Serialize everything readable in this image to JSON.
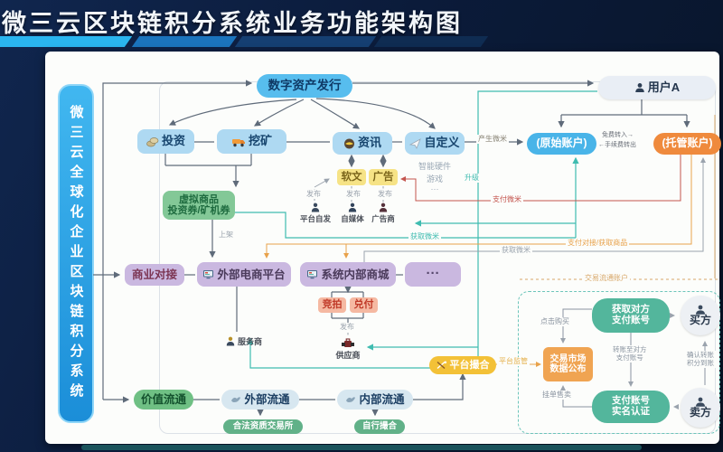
{
  "title": "微三云区块链积分系统业务功能架构图",
  "sidebar": {
    "label": "微三云全球化企业区块链积分系统"
  },
  "colors": {
    "header_bg": "#0b1b3a",
    "accent_blue": "#57bdee",
    "teal": "#3fbcb0",
    "red": "#c4554e",
    "orange": "#e8a24b",
    "yellow": "#f3c137",
    "green": "#53b69c",
    "purple": "#cab8e0",
    "sidebar_blue": "#2aa0e0"
  },
  "nodes": {
    "digital_asset": "数字资产发行",
    "user_a": "用户A",
    "invest": "投资",
    "mining": "挖矿",
    "news": "资讯",
    "custom": "自定义",
    "custom_items": [
      "智能硬件",
      "游戏",
      "···"
    ],
    "soft_article": "软文",
    "ad": "广告",
    "original_account": "(原始账户)",
    "trust_account": "(托管账户)",
    "virtual_goods_1": "虚拟商品",
    "virtual_goods_2": "投资券/矿机券",
    "biz_dock": "商业对接",
    "ext_ecom": "外部电商平台",
    "internal_mall": "系统内部商城",
    "more": "···",
    "auction": "竞拍",
    "redeem": "兑付",
    "platform_match": "平台撮合",
    "market_data_1": "交易市场",
    "market_data_2": "数据公布",
    "get_pay_1": "获取对方",
    "get_pay_2": "支付账号",
    "realname_1": "支付账号",
    "realname_2": "实名认证",
    "buyer": "买方",
    "seller": "卖方",
    "value_flow": "价值流通",
    "ext_flow": "外部流通",
    "int_flow": "内部流通",
    "legal_exchange": "合法资质交易所",
    "self_match": "自行撮合"
  },
  "persons": {
    "platform_self": "平台自发",
    "self_media": "自媒体",
    "advertiser": "广告商",
    "service_provider": "服务商",
    "supplier": "供应商"
  },
  "edge_labels": {
    "produce_micro": "产生微米",
    "free_in": "免费转入→",
    "fee_out": "←手续费转出",
    "upgrade": "升级",
    "pay_micro": "支付微米",
    "get_micro_teal": "获取微米",
    "get_micro_gray": "获取微米",
    "pay_dock": "支付对接/获取商品",
    "trade_account": "交易流通账户",
    "publish": "发布",
    "on_shelf": "上架",
    "platform_supervise": "平台监管",
    "click_buy": "点击购买",
    "list_sell": "挂单售卖",
    "transfer_1": "转账至对方",
    "transfer_2": "支付账号",
    "confirm_1": "确认转账",
    "confirm_2": "积分到账"
  }
}
